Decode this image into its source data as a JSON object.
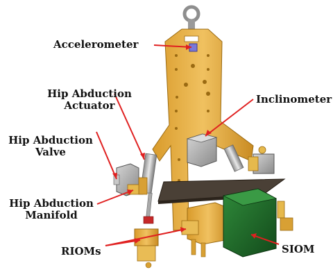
{
  "colors": {
    "brass": "#e2a93a",
    "brass_dark": "#b57f1e",
    "brass_light": "#f3cf7c",
    "leader": "#e02020",
    "sensor_gray": "#a8a8a8",
    "siom_green": "#1f6b2a",
    "plate_dark": "#4a4036"
  },
  "labels": {
    "accelerometer": "Accelerometer",
    "inclinometer": "Inclinometer",
    "hip_abduction_actuator": [
      "Hip Abduction",
      "Actuator"
    ],
    "hip_abduction_valve": [
      "Hip Abduction",
      "Valve"
    ],
    "hip_abduction_manifold": [
      "Hip Abduction",
      "Manifold"
    ],
    "rioms": "RIOMs",
    "siom": "SIOM"
  }
}
